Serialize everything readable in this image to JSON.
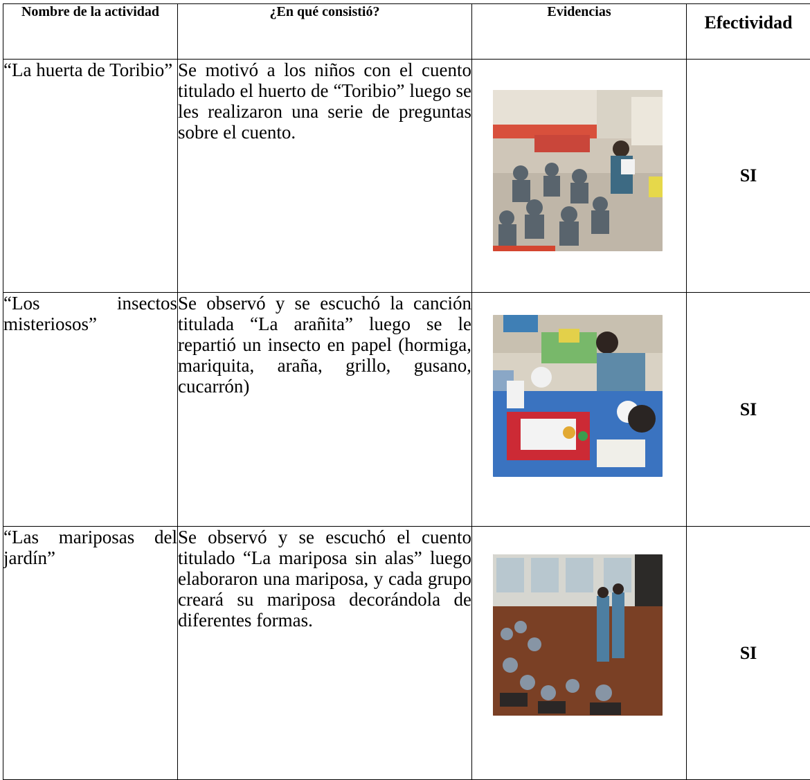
{
  "table": {
    "headers": {
      "name": "Nombre de la actividad",
      "description": "¿En qué consistió?",
      "evidence": "Evidencias",
      "effectiveness": "Efectividad"
    },
    "rows": [
      {
        "name": "“La huerta de Toribio”",
        "description": "Se motivó a los niños con el cuento titulado el huerto de “Toribio” luego se les realizaron una serie de preguntas sobre el cuento.",
        "photo": "classroom-photo",
        "effectiveness": "SI"
      },
      {
        "name": "“Los insectos misteriosos”",
        "description": "Se observó y se escuchó la canción titulada “La arañita” luego se le repartió un insecto en papel (hormiga, mariquita, araña, grillo, gusano, cucarrón)",
        "photo": "classroom-photo",
        "effectiveness": "SI"
      },
      {
        "name": "“Las mariposas del jardín”",
        "description": "Se observó y se escuchó el cuento titulado “La mariposa sin alas” luego elaboraron una mariposa, y cada grupo creará su mariposa decorándola de diferentes formas.",
        "photo": "classroom-photo",
        "effectiveness": "SI"
      }
    ]
  },
  "colors": {
    "border": "#000000",
    "background": "#ffffff"
  }
}
